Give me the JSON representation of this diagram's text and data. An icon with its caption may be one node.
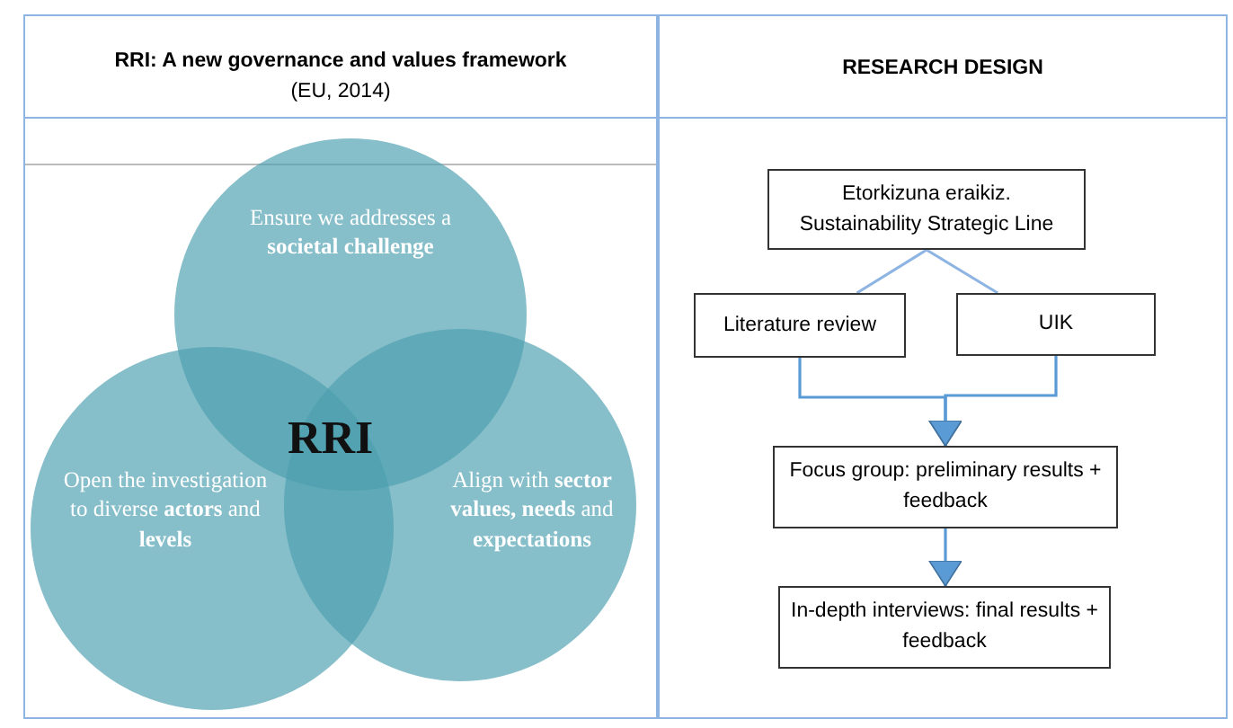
{
  "diagram": {
    "nodes": [
      {
        "text": [
          "RRI: A new governance and values framework",
          "(EU, 2014)"
        ]
      },
      {
        "text": [
          "Ensure we addresses a **societal challenge**"
        ],
        "in": 0
      },
      {
        "text": [
          "Open the investigation to diverse **actors** and **levels**"
        ],
        "in": 0
      },
      {
        "text": [
          "Align with **sector values, needs** and **expectations**"
        ],
        "in": 0
      },
      {
        "text": [
          "RESEARCH DESIGN"
        ]
      },
      {
        "text": [
          "Etorkizuna eraikiz. Sustainability Strategic Line"
        ],
        "in": 4
      },
      {
        "text": [
          "Literature review"
        ],
        "in": 4
      },
      {
        "text": [
          "UIK"
        ],
        "in": 4
      },
      {
        "text": [
          "Focus group: preliminary results + feedback"
        ],
        "in": 4
      },
      {
        "text": [
          "In-depth interviews: final results + feedback"
        ],
        "in": 4
      }
    ],
    "edges": [
      {
        "from": 5,
        "to": 6,
        "arrow": "none"
      },
      {
        "from": 5,
        "to": 7,
        "arrow": "none"
      },
      {
        "from": 6,
        "to": 8,
        "arrow": "to"
      },
      {
        "from": 7,
        "to": 8,
        "arrow": "to"
      },
      {
        "from": 8,
        "to": 9,
        "arrow": "to"
      }
    ],
    "labels": [
      "RRI"
    ]
  }
}
